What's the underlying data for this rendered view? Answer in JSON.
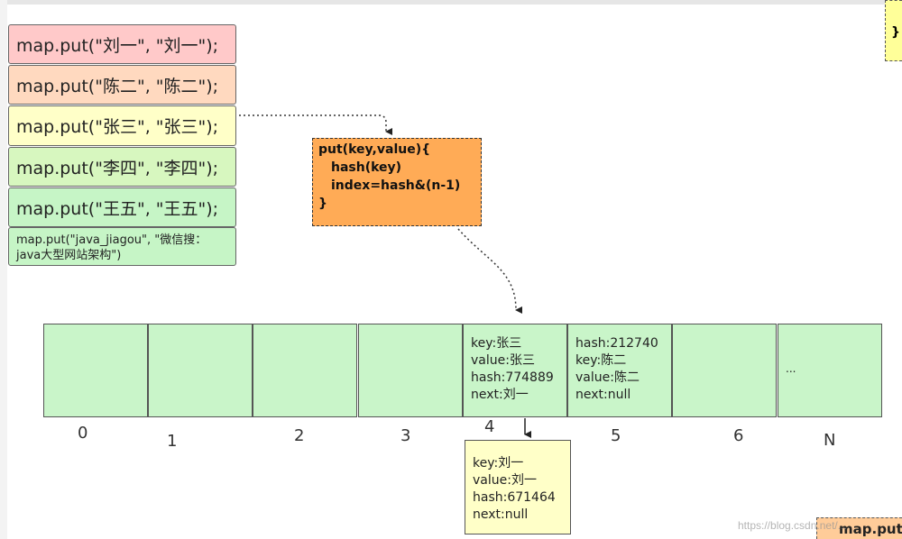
{
  "put_statements": [
    {
      "text": "map.put(\"刘一\", \"刘一\");",
      "color": "#ffc9c9"
    },
    {
      "text": "map.put(\"陈二\", \"陈二\");",
      "color": "#ffd9bf"
    },
    {
      "text": "map.put(\"张三\", \"张三\");",
      "color": "#ffffc8"
    },
    {
      "text": "map.put(\"李四\", \"李四\");",
      "color": "#d7f7bf"
    },
    {
      "text": "map.put(\"王五\", \"王五\");",
      "color": "#c6f5c6"
    },
    {
      "text": "map.put(\"java_jiagou\", \"微信搜：java大型网站架构\")",
      "color": "#c6f5c6"
    }
  ],
  "put_method": {
    "line1": "put(key,value){",
    "line2": "hash(key)",
    "line3": "index=hash&(n-1)",
    "line4": "}",
    "color": "#ffab56"
  },
  "buckets": [
    {
      "index": "0",
      "content": ""
    },
    {
      "index": "1",
      "content": ""
    },
    {
      "index": "2",
      "content": ""
    },
    {
      "index": "3",
      "content": ""
    },
    {
      "index": "4",
      "lines": [
        "key:张三",
        "value:张三",
        "hash:774889",
        "next:刘一"
      ]
    },
    {
      "index": "5",
      "lines": [
        "hash:212740",
        "key:陈二",
        "value:陈二",
        "next:null"
      ]
    },
    {
      "index": "6",
      "content": ""
    },
    {
      "index": "N",
      "content": "..."
    }
  ],
  "chained_node": {
    "lines": [
      "key:刘一",
      "value:刘一",
      "hash:671464",
      "next:null"
    ],
    "color": "#ffffc8"
  },
  "corner_note_text": "}",
  "corner_mapput_text": "map.put",
  "watermark": "https://blog.csdn.net/..."
}
